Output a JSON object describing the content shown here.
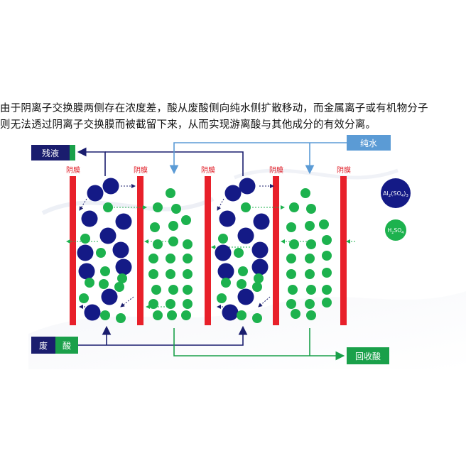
{
  "caption": {
    "line1": "由于阴离子交换膜两侧存在浓度差，酸从废酸侧向纯水侧扩散移动，而金属离子或有机物分子",
    "line2": "则无法透过阴离子交换膜而被截留下来，从而实现游离酸与其他成分的有效分离。"
  },
  "labels": {
    "residual": "残液",
    "pure_water": "纯水",
    "waste": "废",
    "acid": "酸",
    "recovered": "回收酸",
    "membrane": "阴膜"
  },
  "legend": {
    "salt_main": "Al",
    "salt_sub1": "2",
    "salt_mid": "(SO",
    "salt_sub2": "4",
    "salt_end": ")",
    "salt_sub3": "3",
    "acid_main": "H",
    "acid_sub1": "2",
    "acid_mid": "SO",
    "acid_sub2": "4"
  },
  "colors": {
    "membrane": "#e8202a",
    "salt": "#141a86",
    "acid": "#1db24e",
    "navy_box": "#1a1d6e",
    "green_box": "#1aa04a",
    "water_blue": "#5b9bd5",
    "membrane_label": "#e0202a"
  }
}
